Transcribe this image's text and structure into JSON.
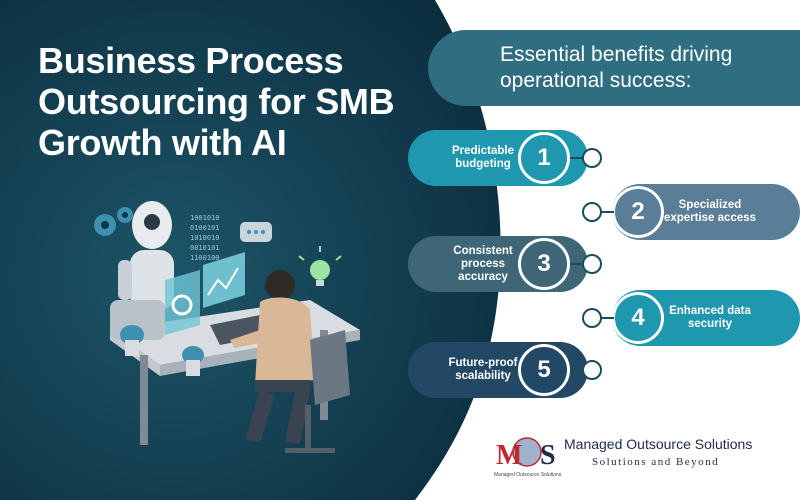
{
  "title": "Business Process Outsourcing for SMB Growth with AI",
  "subtitle": "Essential benefits driving operational success:",
  "benefits": [
    {
      "number": "1",
      "label": "Predictable budgeting",
      "side": "left",
      "color": "#1f97ae"
    },
    {
      "number": "2",
      "label": "Specialized expertise access",
      "side": "right",
      "color": "#5b7e98"
    },
    {
      "number": "3",
      "label": "Consistent process accuracy",
      "side": "left",
      "color": "#3e6677"
    },
    {
      "number": "4",
      "label": "Enhanced data security",
      "side": "right",
      "color": "#1f97ae"
    },
    {
      "number": "5",
      "label": "Future-proof scalability",
      "side": "left",
      "color": "#224866"
    }
  ],
  "logo": {
    "mark": "MOS",
    "name": "Managed Outsource Solutions",
    "tagline": "Solutions and Beyond",
    "small_text": "Managed Outsource Solutions"
  },
  "colors": {
    "dark_bg": "#0d3042",
    "banner": "#2f6d80",
    "accent_red": "#c0282d",
    "navy": "#1e2a4a"
  }
}
